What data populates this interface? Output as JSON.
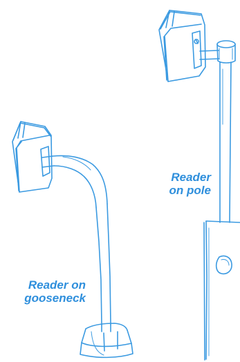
{
  "labels": {
    "gooseneck": {
      "line1": "Reader on",
      "line2": "gooseneck"
    },
    "pole": {
      "line1": "Reader",
      "line2": "on pole"
    }
  },
  "colors": {
    "ink": "#3b9ae1",
    "label": "#2f8fdc",
    "background": "#ffffff"
  }
}
